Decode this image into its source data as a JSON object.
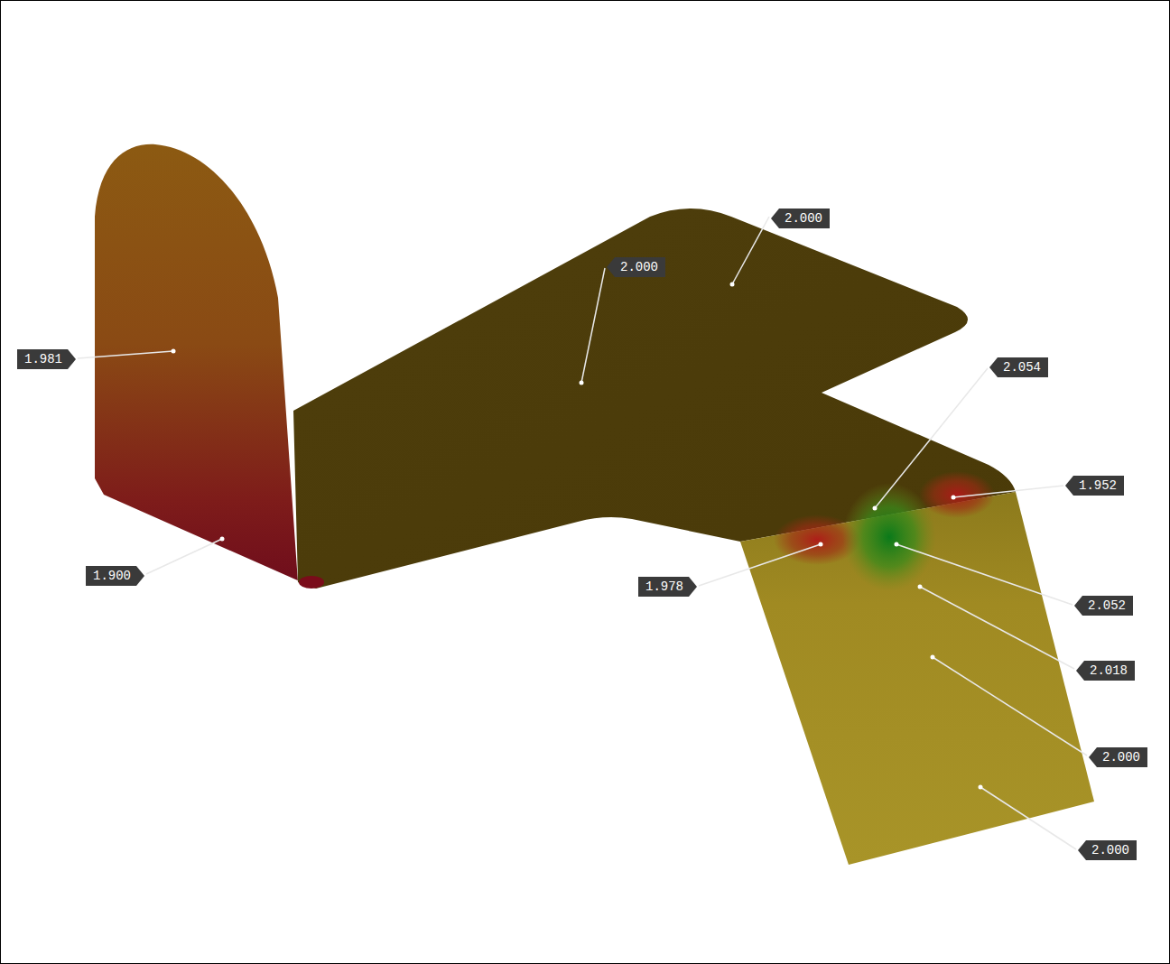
{
  "diagram": {
    "labels": [
      "2.000",
      "2.000",
      "1.981",
      "2.054",
      "1.952",
      "1.900",
      "1.978",
      "2.052",
      "2.018",
      "2.000",
      "2.000"
    ]
  }
}
